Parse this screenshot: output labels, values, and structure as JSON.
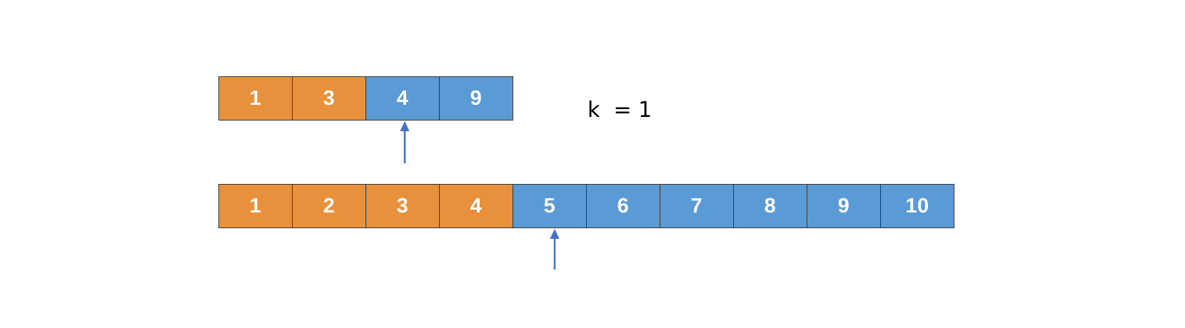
{
  "diagram": {
    "title_text": "k  = 1",
    "colors": {
      "orange": "#E8913C",
      "blue": "#5B9BD5",
      "border": "#333333",
      "arrow": "#4472C4",
      "cell_text": "#FFFFFF",
      "label_text": "#000000",
      "background": "#FFFFFF"
    },
    "arrays": [
      {
        "name": "top-array",
        "cells": [
          {
            "value": "1",
            "color": "orange"
          },
          {
            "value": "3",
            "color": "orange"
          },
          {
            "value": "4",
            "color": "blue"
          },
          {
            "value": "9",
            "color": "blue"
          }
        ],
        "pointer_index": 2
      },
      {
        "name": "bottom-array",
        "cells": [
          {
            "value": "1",
            "color": "orange"
          },
          {
            "value": "2",
            "color": "orange"
          },
          {
            "value": "3",
            "color": "orange"
          },
          {
            "value": "4",
            "color": "orange"
          },
          {
            "value": "5",
            "color": "blue"
          },
          {
            "value": "6",
            "color": "blue"
          },
          {
            "value": "7",
            "color": "blue"
          },
          {
            "value": "8",
            "color": "blue"
          },
          {
            "value": "9",
            "color": "blue"
          },
          {
            "value": "10",
            "color": "blue"
          }
        ],
        "pointer_index": 4
      }
    ],
    "pointers": [
      {
        "name": "top-array-pointer",
        "target_value": "4",
        "direction": "up"
      },
      {
        "name": "bottom-array-pointer",
        "target_value": "5",
        "direction": "up"
      }
    ]
  }
}
